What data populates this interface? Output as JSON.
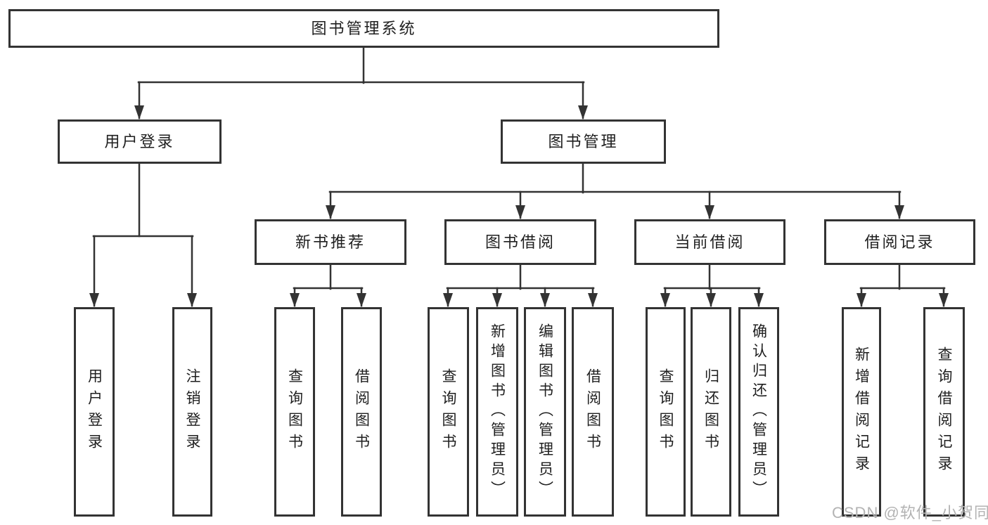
{
  "diagram": {
    "root": "图书管理系统",
    "level2": [
      "用户登录",
      "图书管理"
    ],
    "level3": [
      "新书推荐",
      "图书借阅",
      "当前借阅",
      "借阅记录"
    ],
    "groups": [
      [
        "用户登录",
        "注销登录"
      ],
      [
        "查询图书",
        "借阅图书"
      ],
      [
        "查询图书",
        "新增图书（管理员）",
        "编辑图书（管理员）",
        "借阅图书"
      ],
      [
        "查询图书",
        "归还图书",
        "确认归还（管理员）"
      ],
      [
        "新增借阅记录",
        "查询借阅记录"
      ]
    ]
  },
  "watermark": "CSDN @软件_小贺同学",
  "colors": {
    "line": "#333333",
    "text": "#1f1f1f",
    "watermark": "#b3b3b3",
    "background": "#ffffff"
  }
}
